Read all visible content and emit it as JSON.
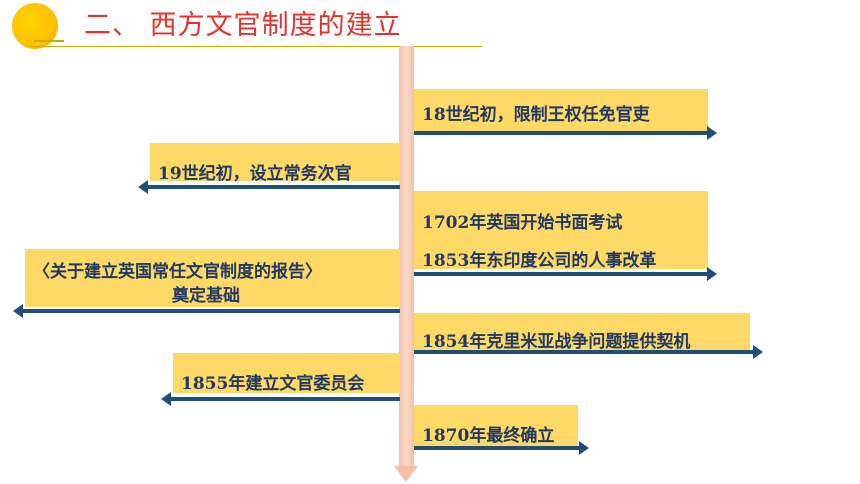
{
  "header": {
    "title": "二、 西方文官制度的建立",
    "accent_color": "#e8312c",
    "badge_color": "#ffc000"
  },
  "timeline": {
    "card_color": "#ffd966",
    "arrow_color": "#1f4e79",
    "spine_color": "#f3c0a6",
    "events": [
      {
        "text": "18世纪初，限制王权任免官吏"
      },
      {
        "text": "19世纪初，设立常务次官"
      },
      {
        "text": "1702年英国开始书面考试"
      },
      {
        "text": "1853年东印度公司的人事改革"
      },
      {
        "text": "〈关于建立英国常任文官制度的报告〉",
        "line2": "奠定基础"
      },
      {
        "text": "1854年克里米亚战争问题提供契机"
      },
      {
        "text": "1855年建立文官委员会"
      },
      {
        "text": "1870年最终确立"
      }
    ]
  }
}
